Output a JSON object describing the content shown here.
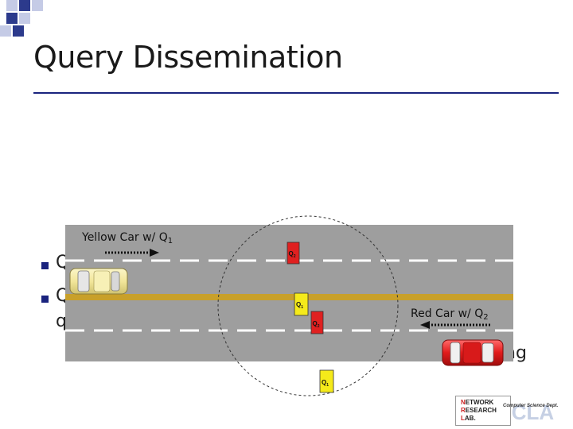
{
  "slide": {
    "title": "Query Dissemination",
    "colors": {
      "accent": "#1a237e",
      "road": "#9e9e9e",
      "center_line": "#c8a02a",
      "yellow_car": "#f2e69a",
      "red_car": "#e11b1b",
      "query_tag_yellow": "#f5ea1a",
      "query_tag_red": "#e02020"
    }
  },
  "bullets": [
    {
      "partial_text": "Q"
    },
    {
      "partial_text": "Q"
    },
    {
      "partial_text": "q"
    }
  ],
  "occluded_text": {
    "tail": "ng"
  },
  "diagram": {
    "yellow_car": {
      "label_prefix": "Yellow Car w/ Q",
      "label_sub": "1"
    },
    "red_car": {
      "label_prefix": "Red Car w/ Q",
      "label_sub": "2"
    },
    "query_tags": [
      {
        "prefix": "Q",
        "sub": "2"
      },
      {
        "prefix": "Q",
        "sub": "1"
      },
      {
        "prefix": "Q",
        "sub": "2"
      },
      {
        "prefix": "Q",
        "sub": "1"
      }
    ]
  },
  "logo": {
    "lines": [
      {
        "first": "N",
        "rest": "ETWORK"
      },
      {
        "first": "R",
        "rest": "ESEARCH"
      },
      {
        "first": "L",
        "rest": "AB."
      }
    ],
    "dept": "Computer Science Dept.",
    "watermark": "UCLA"
  }
}
